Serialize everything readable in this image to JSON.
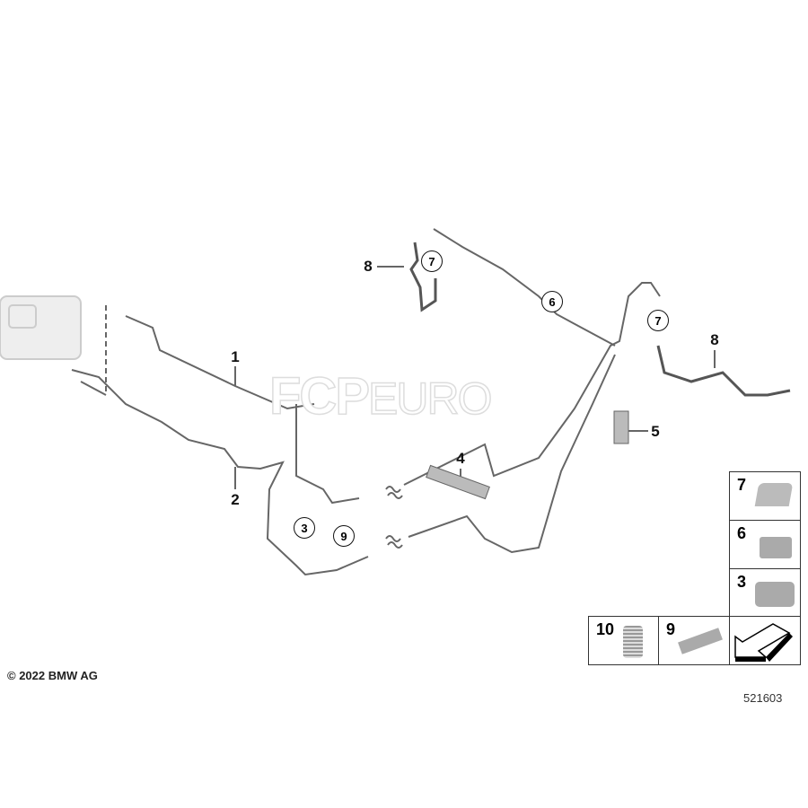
{
  "callouts": {
    "l1": "1",
    "l2": "2",
    "l3": "3",
    "l4": "4",
    "l5": "5",
    "l6": "6",
    "l7a": "7",
    "l7b": "7",
    "l8a": "8",
    "l8b": "8",
    "l9": "9"
  },
  "legend": {
    "items": [
      {
        "number": "7"
      },
      {
        "number": "6"
      },
      {
        "number": "3"
      },
      {
        "number": "10"
      },
      {
        "number": "9"
      }
    ]
  },
  "watermark": {
    "brand": "FCP",
    "suffix": "EURO"
  },
  "footer": {
    "copyright": "© 2022 BMW AG",
    "diagram_code": "521603"
  }
}
